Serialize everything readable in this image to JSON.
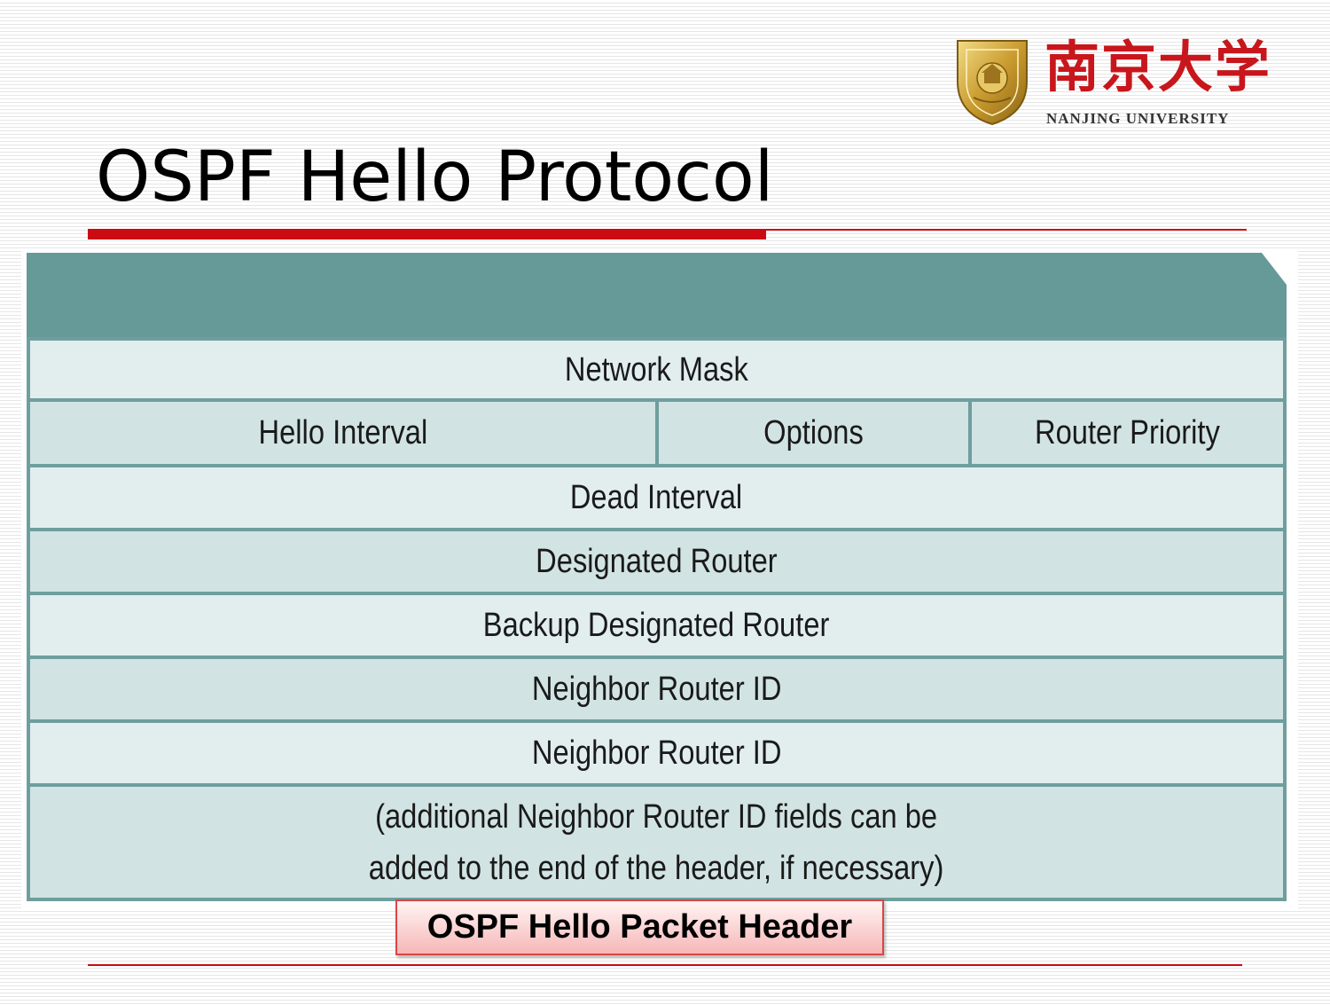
{
  "logo": {
    "chinese": "南京大学",
    "english": "NANJING UNIVERSITY",
    "emblem_icon": "university-shield-emblem"
  },
  "slide": {
    "title": "OSPF Hello Protocol",
    "accent_color": "#cc0a14"
  },
  "diagram": {
    "header_color": "#659a99",
    "rows": [
      {
        "cells": [
          {
            "label": "Network Mask"
          }
        ]
      },
      {
        "cells": [
          {
            "label": "Hello Interval"
          },
          {
            "label": "Options"
          },
          {
            "label": "Router Priority"
          }
        ]
      },
      {
        "cells": [
          {
            "label": "Dead Interval"
          }
        ]
      },
      {
        "cells": [
          {
            "label": "Designated Router"
          }
        ]
      },
      {
        "cells": [
          {
            "label": "Backup Designated Router"
          }
        ]
      },
      {
        "cells": [
          {
            "label": "Neighbor Router ID"
          }
        ]
      },
      {
        "cells": [
          {
            "label": "Neighbor Router ID"
          }
        ]
      },
      {
        "cells": [
          {
            "label": "(additional Neighbor Router ID fields can be\nadded to the end of the header, if necessary)"
          }
        ]
      }
    ],
    "caption": "OSPF Hello Packet Header"
  }
}
